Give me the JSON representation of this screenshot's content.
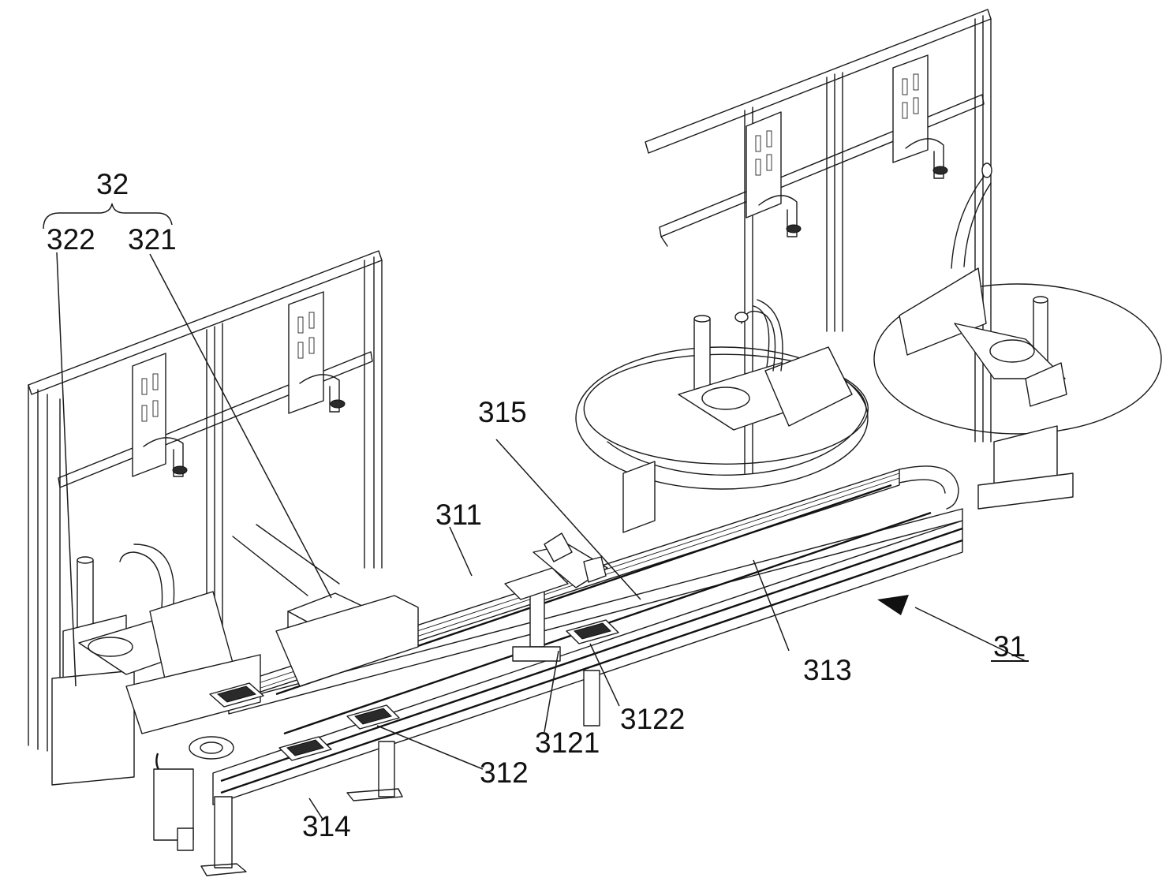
{
  "figure": {
    "type": "mechanical assembly line drawing (isometric)",
    "background": "#ffffff",
    "line_color": "#1a1a1a"
  },
  "reference_labels": [
    {
      "id": "32",
      "text": "32",
      "role": "assembly group (brace over 322 and 321)",
      "underlined": false
    },
    {
      "id": "322",
      "text": "322",
      "role": "component of 32",
      "underlined": false
    },
    {
      "id": "321",
      "text": "321",
      "role": "component of 32",
      "underlined": false
    },
    {
      "id": "315",
      "text": "315",
      "role": "component",
      "underlined": false
    },
    {
      "id": "311",
      "text": "311",
      "role": "component",
      "underlined": false
    },
    {
      "id": "313",
      "text": "313",
      "role": "component",
      "underlined": false
    },
    {
      "id": "31",
      "text": "31",
      "role": "assembly (arrow-pointed, underlined)",
      "underlined": true
    },
    {
      "id": "3122",
      "text": "3122",
      "role": "component",
      "underlined": false
    },
    {
      "id": "3121",
      "text": "3121",
      "role": "component",
      "underlined": false
    },
    {
      "id": "312",
      "text": "312",
      "role": "component",
      "underlined": false
    },
    {
      "id": "314",
      "text": "314",
      "role": "component",
      "underlined": false
    }
  ],
  "parts_depicted": [
    "left frame with two camera brackets",
    "right frame with two camera brackets",
    "left SCARA robot with cable hose",
    "two right SCARA robots with circular work envelopes",
    "linear conveyor track with carriers",
    "end turnaround curve of conveyor",
    "inspection camera unit on conveyor",
    "feeder box module"
  ]
}
